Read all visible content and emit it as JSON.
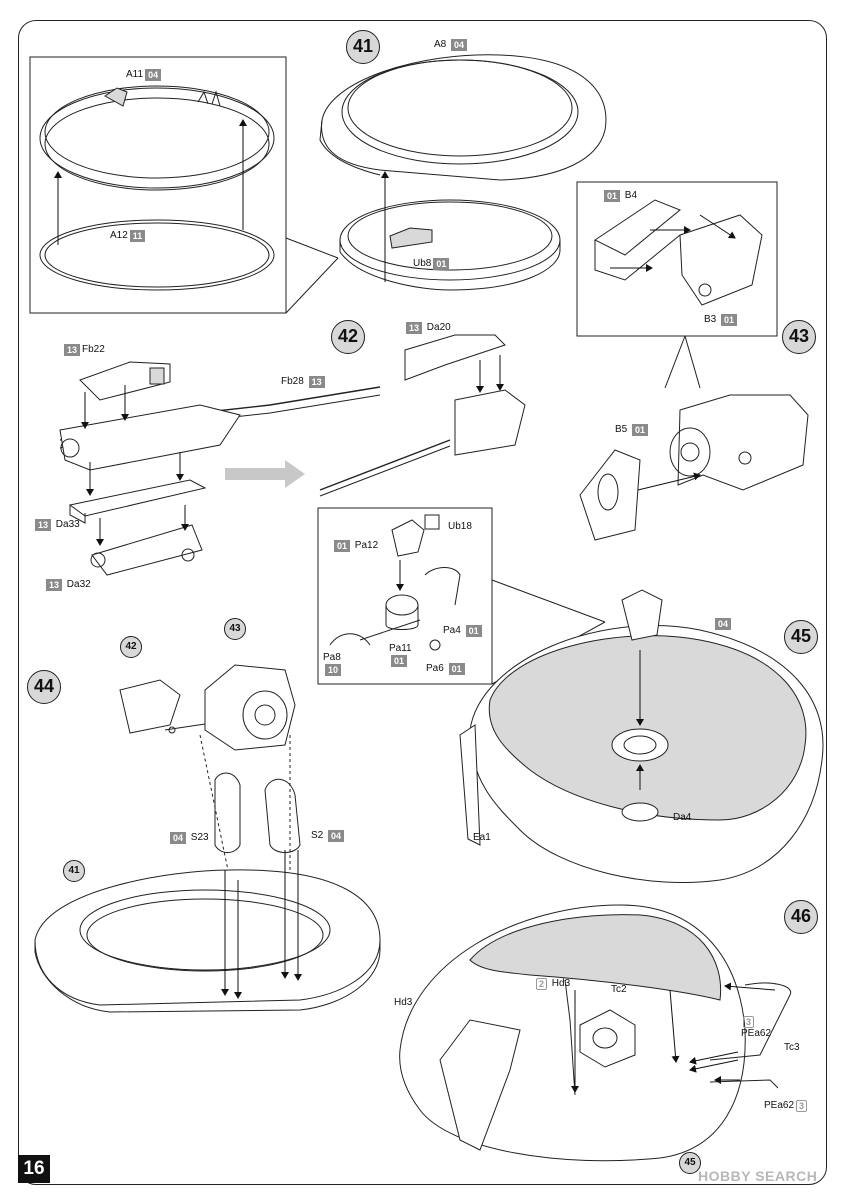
{
  "page_number": "16",
  "watermark": "HOBBY SEARCH",
  "steps": {
    "s41": "41",
    "s42": "42",
    "s43": "43",
    "s44": "44",
    "s45": "45",
    "s46": "46"
  },
  "refs": {
    "r42": "42",
    "r43": "43",
    "r41": "41",
    "r45": "45"
  },
  "labels": {
    "a11": {
      "name": "A11",
      "sprue": "04"
    },
    "a12": {
      "name": "A12",
      "sprue": "11"
    },
    "a8": {
      "name": "A8",
      "sprue": "04"
    },
    "ub8": {
      "name": "Ub8",
      "sprue": "01"
    },
    "b4": {
      "name": "B4",
      "sprue": "01"
    },
    "b3": {
      "name": "B3",
      "sprue": "01"
    },
    "b5": {
      "name": "B5",
      "sprue": "01"
    },
    "fb22": {
      "name": "Fb22",
      "sprue": "13"
    },
    "fb28": {
      "name": "Fb28",
      "sprue": "13"
    },
    "da20": {
      "name": "Da20",
      "sprue": "13"
    },
    "da33": {
      "name": "Da33",
      "sprue": "13"
    },
    "da32": {
      "name": "Da32",
      "sprue": "13"
    },
    "ub18": {
      "name": "Ub18"
    },
    "pa12": {
      "name": "Pa12",
      "sprue": "01"
    },
    "pa4": {
      "name": "Pa4",
      "sprue": "01"
    },
    "pa8": {
      "name": "Pa8",
      "sprue": "10"
    },
    "pa11": {
      "name": "Pa11",
      "sprue": "01"
    },
    "pa6": {
      "name": "Pa6",
      "sprue": "01"
    },
    "s23": {
      "name": "S23",
      "sprue": "04"
    },
    "s2": {
      "name": "S2",
      "sprue": "04"
    },
    "hull45": {
      "sprue": "04"
    },
    "ea1": {
      "name": "Ea1"
    },
    "da4": {
      "name": "Da4"
    },
    "hd3a": {
      "name": "Hd3"
    },
    "hd3b": {
      "name": "Hd3",
      "count": "2"
    },
    "tc2": {
      "name": "Tc2"
    },
    "pea62a": {
      "name": "PEa62",
      "count": "3"
    },
    "tc3": {
      "name": "Tc3"
    },
    "pea62b": {
      "name": "PEa62",
      "count": "3"
    }
  }
}
